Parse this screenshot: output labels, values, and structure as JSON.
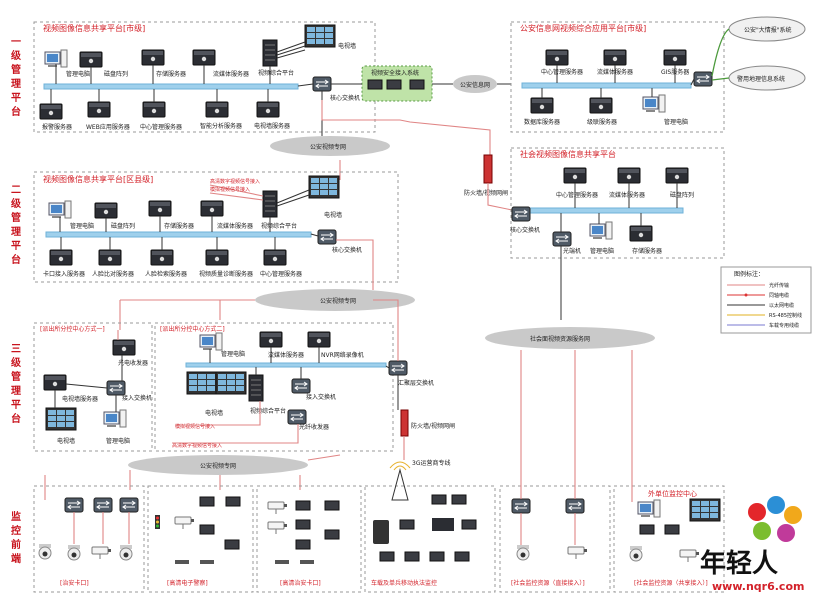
{
  "levels": {
    "l1": [
      "一",
      "级",
      "管",
      "理",
      "平",
      "台"
    ],
    "l2": [
      "二",
      "级",
      "管",
      "理",
      "平",
      "台"
    ],
    "l3": [
      "三",
      "级",
      "管",
      "理",
      "平",
      "台"
    ],
    "front": [
      "监",
      "控",
      "前",
      "端"
    ]
  },
  "regions": {
    "city_share": "视频图像信息共享平台[市级]",
    "police_app": "公安信息网视频综合应用平台[市级]",
    "district_share": "视频图像信息共享平台[区县级]",
    "social_share": "社会视频图像信息共享平台",
    "sub1": "[派出所分控中心方式一]",
    "sub2": "[派出所分控中心方式二]",
    "front_police": "[治安卡口]",
    "front_traffic": "[高清电子警察]",
    "front_gate": "[高清治安卡口]",
    "front_mobile": "车载及单兵移动执法监控",
    "front_social": "[社会监控资源（直接接入）]",
    "front_outside": "[社会监控资源（共享接入）]"
  },
  "clouds": {
    "police_net_top": "公安视频专网",
    "police_info_net": "公安信息网",
    "police_net_mid": "公安视频专网",
    "social_net": "社会面视频资源服务网",
    "police_net_bottom": "公安视频专网"
  },
  "labels": {
    "l1_pc": "管理电脑",
    "l1_disk": "磁盘阵列",
    "l1_storage": "存储服务器",
    "l1_stream": "流媒体服务器",
    "l1_platform": "视频综合平台",
    "l1_wall": "电视墙",
    "l1_alarm": "报警服务器",
    "l1_web": "WEB应用服务器",
    "l1_center": "中心管理服务器",
    "l1_smart": "智能分析服务器",
    "l1_tvwall": "电视墙服务器",
    "l1_core": "核心交换机",
    "security_system": "视频安全接入系统",
    "p_center": "中心管理服务器",
    "p_stream": "流媒体服务器",
    "p_gis": "GIS服务器",
    "p_db": "数据库服务器",
    "p_cascade": "级联服务器",
    "p_pc": "管理电脑",
    "ext1": "公安\"大情报\"系统",
    "ext2": "警用地理信息系统",
    "firewall1": "防火墙/视频网闸",
    "s_center": "中心管理服务器",
    "s_stream": "流媒体服务器",
    "s_disk": "磁盘阵列",
    "s_core": "核心交换机",
    "s_optical": "光端机",
    "s_pc": "管理电脑",
    "s_storage": "存储服务器",
    "l2_pc": "管理电脑",
    "l2_disk": "磁盘阵列",
    "l2_storage": "存储服务器",
    "l2_stream": "流媒体服务器",
    "l2_platform": "视频综合平台",
    "l2_wall": "电视墙",
    "l2_gate": "卡口接入服务器",
    "l2_face": "人脸比对服务器",
    "l2_face2": "人脸检索服务器",
    "l2_quality": "视频质量诊断服务器",
    "l2_center": "中心管理服务器",
    "l2_core": "核心交换机",
    "l2_note1": "高清数字视频信号接入",
    "l2_note2": "模拟视频信号接入",
    "m1_transceiver": "光电收发器",
    "m1_access": "接入交换机",
    "m1_tvserver": "电视墙服务器",
    "m1_wall": "电视墙",
    "m1_pc": "管理电脑",
    "m2_pc": "管理电脑",
    "m2_stream": "流媒体服务器",
    "m2_nvr": "NVR网络录像机",
    "m2_agg": "汇聚层交换机",
    "m2_access": "接入交换机",
    "m2_wall": "电视墙",
    "m2_platform": "视频综合平台",
    "m2_transceiver": "光纤收发器",
    "m2_note1": "模拟视频信号接入",
    "m2_note2": "高清数字视频信号接入",
    "firewall2": "防火墙/视频网闸",
    "carrier": "3G运营商专线",
    "outside_center": "外单位监控中心"
  },
  "legend": {
    "title": "图例标注：",
    "items": [
      "光纤传输",
      "同轴电缆",
      "以太网电缆",
      "RS-485控制线",
      "车载专用线缆"
    ]
  },
  "watermark": {
    "text": "年轻人",
    "url": "www.nqr6.com"
  }
}
